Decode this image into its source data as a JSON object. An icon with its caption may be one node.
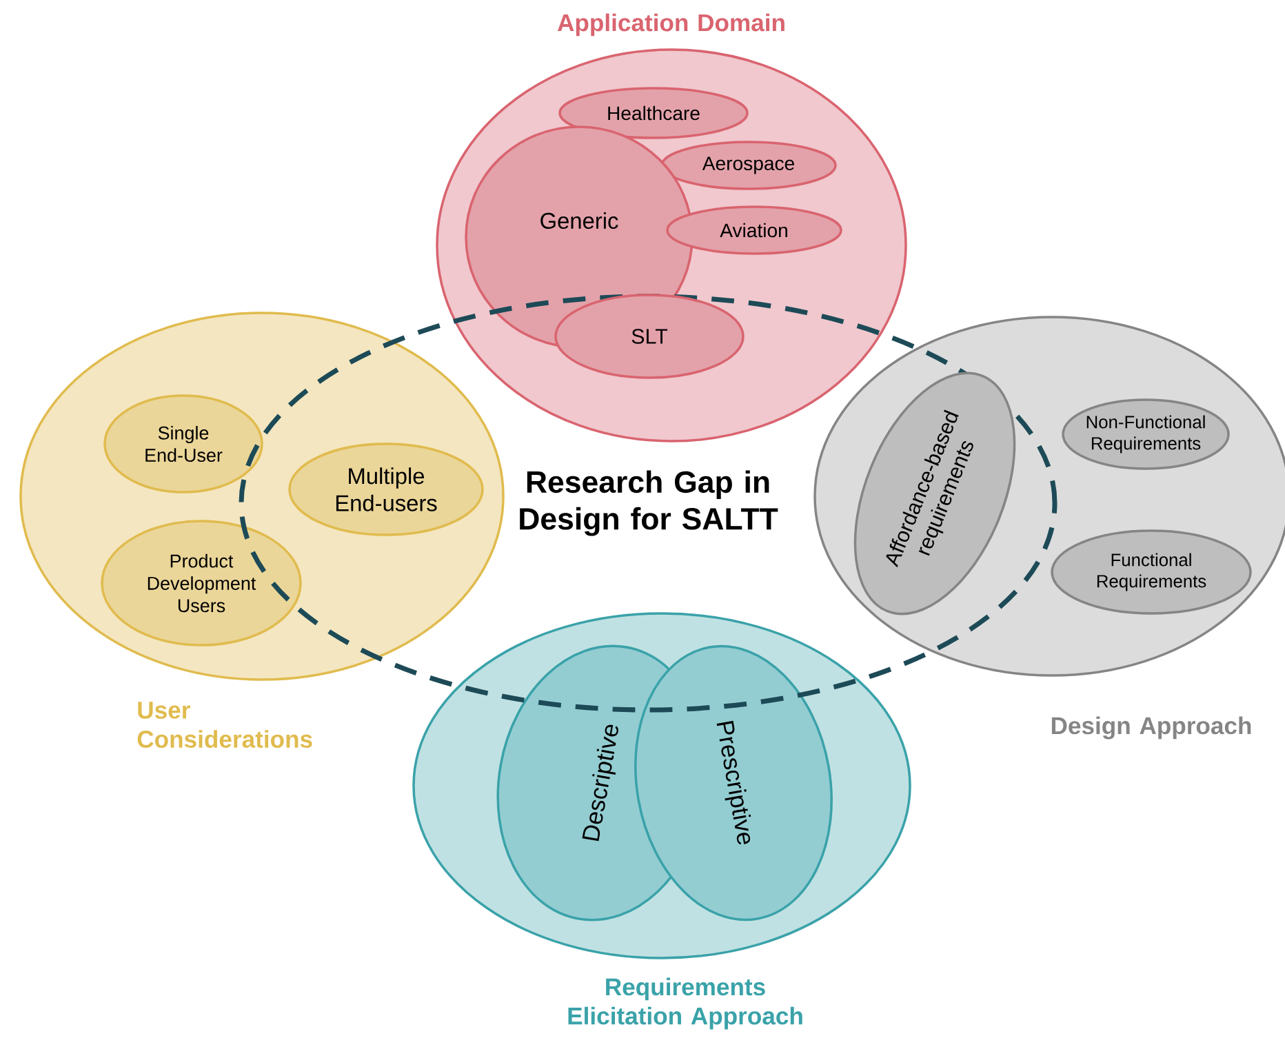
{
  "diagram": {
    "nodes": [
      {
        "text": [
          "Application Domain"
        ]
      },
      {
        "text": [
          "Healthcare"
        ],
        "in": 0
      },
      {
        "text": [
          "Aerospace"
        ],
        "in": 0
      },
      {
        "text": [
          "Generic"
        ],
        "in": 0
      },
      {
        "text": [
          "Aviation"
        ],
        "in": 0
      },
      {
        "text": [
          "SLT"
        ]
      },
      {
        "text": [
          "User Considerations"
        ]
      },
      {
        "text": [
          "Single End-User"
        ],
        "in": 6
      },
      {
        "text": [
          "Multiple End-users"
        ]
      },
      {
        "text": [
          "Product Development Users"
        ],
        "in": 6
      },
      {
        "text": [
          "Design Approach"
        ]
      },
      {
        "text": [
          "Affordance-based requirements"
        ]
      },
      {
        "text": [
          "Non-Functional Requirements"
        ],
        "in": 10
      },
      {
        "text": [
          "Functional Requirements"
        ],
        "in": 10
      },
      {
        "text": [
          "Requirements Elicitation Approach"
        ]
      },
      {
        "text": [
          "Descriptive"
        ],
        "in": 14
      },
      {
        "text": [
          "Prescriptive"
        ],
        "in": 14
      },
      {
        "text": [
          "Research Gap in Design for SALTT"
        ]
      }
    ]
  }
}
